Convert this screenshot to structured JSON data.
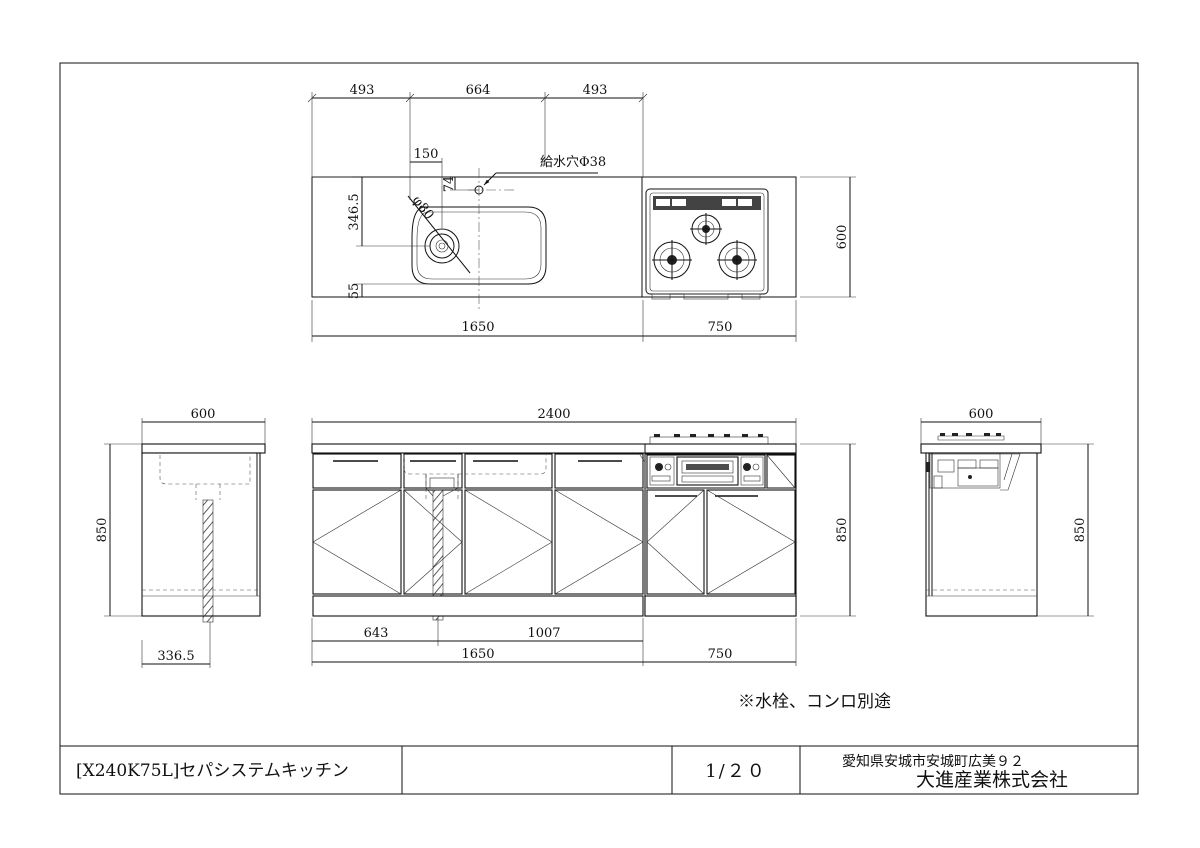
{
  "title_block": {
    "model": "[X240K75L]セパシステムキッチン",
    "scale": "1/２０",
    "address": "愛知県安城市安城町広美９２",
    "company": "大進産業株式会社"
  },
  "note": "※水栓、コンロ別途",
  "plan_view": {
    "top_dims": [
      "493",
      "664",
      "493"
    ],
    "dim_150": "150",
    "dim_74": "74",
    "dim_3465": "346.5",
    "dim_55": "55",
    "dim_phi80": "φ80",
    "water_hole_label": "給水穴Φ38",
    "depth": "600",
    "bottom_dims": [
      "1650",
      "750"
    ]
  },
  "front_view": {
    "total_width": "2400",
    "height": "850",
    "drain_dims": [
      "643",
      "1007"
    ],
    "bottom_dims": [
      "1650",
      "750"
    ]
  },
  "left_side_view": {
    "width": "600",
    "height": "850",
    "drain_offset": "336.5"
  },
  "right_side_view": {
    "width": "600",
    "height": "850"
  }
}
